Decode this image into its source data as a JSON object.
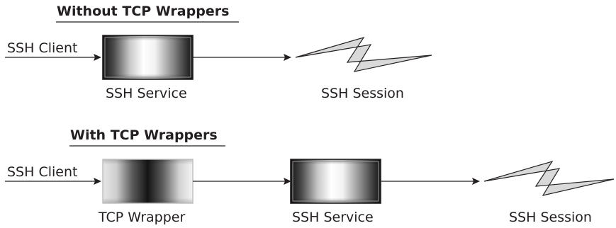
{
  "top_diagram": {
    "heading": "Without TCP Wrappers",
    "client_label": "SSH Client",
    "service_label": "SSH Service",
    "session_label": "SSH Session"
  },
  "bottom_diagram": {
    "heading": "With TCP Wrappers",
    "client_label": "SSH Client",
    "wrapper_label": "TCP Wrapper",
    "service_label": "SSH Service",
    "session_label": "SSH Session"
  }
}
